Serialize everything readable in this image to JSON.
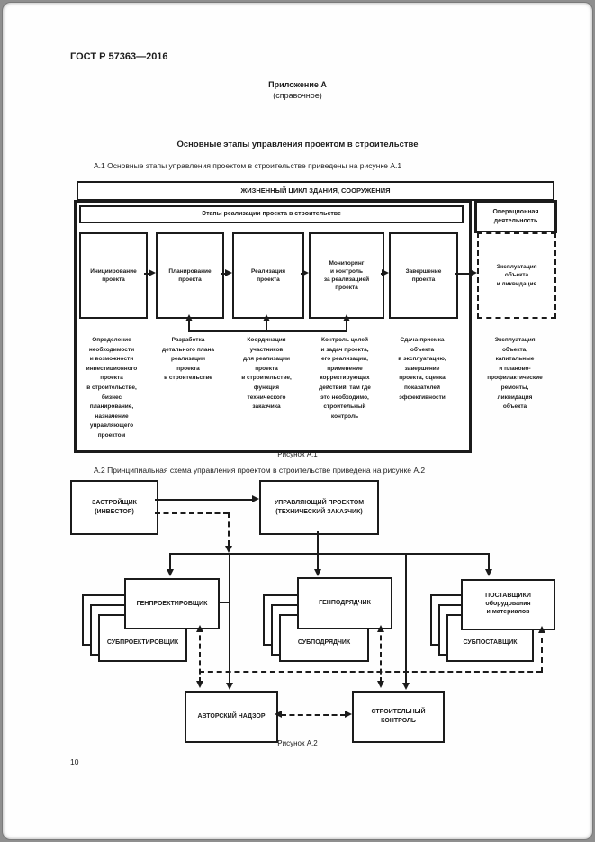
{
  "page": {
    "doc_number": "ГОСТ Р 57363—2016",
    "appendix_title": "Приложение А",
    "appendix_subtitle": "(справочное)",
    "section_title": "Основные этапы управления проектом в строительстве",
    "para_a1": "А.1  Основные этапы управления проектом в строительстве приведены на рисунке А.1",
    "para_a2": "А.2  Принципиальная схема управления проектом в строительстве приведена на рисунке А.2",
    "figure_a1_caption": "Рисунок А.1",
    "figure_a2_caption": "Рисунок А.2",
    "page_number": "10"
  },
  "figure_a1": {
    "lifecycle_title": "ЖИЗНЕННЫЙ ЦИКЛ ЗДАНИЯ, СООРУЖЕНИЯ",
    "stages_header": "Этапы реализации проекта в строительстве",
    "operational_box": "Операционная\nдеятельность",
    "stages": [
      {
        "label": "Инициирование\nпроекта",
        "description": "Определение\nнеобходимости\nи возможности\nинвестиционного\nпроекта\nв строительстве,\nбизнес\nпланирование,\nназначение\nуправляющего\nпроектом"
      },
      {
        "label": "Планирование\nпроекта",
        "description": "Разработка\nдетального плана\nреализации\nпроекта\nв строительстве"
      },
      {
        "label": "Реализация\nпроекта",
        "description": "Координация\nучастников\nдля реализации\nпроекта\nв строительстве,\nфункция\nтехнического\nзаказчика"
      },
      {
        "label": "Мониторинг\nи контроль\nза реализацией\nпроекта",
        "description": "Контроль целей\nи задач проекта,\nего реализации,\nприменение\nкорректирующих\nдействий, там где\nэто необходимо,\nстроительный\nконтроль"
      },
      {
        "label": "Завершение\nпроекта",
        "description": "Сдача-приемка\nобъекта\nв эксплуатацию,\nзавершение\nпроекта, оценка\nпоказателей\nэффективности"
      }
    ],
    "exploitation": {
      "label": "Эксплуатация\nобъекта\nи ликвидация",
      "description": "Эксплуатация\nобъекта,\nкапитальные\nи планово-\nпрофилактические\nремонты,\nликвидация\nобъекта"
    }
  },
  "figure_a2": {
    "developer": "ЗАСТРОЙЩИК\n(ИНВЕСТОР)",
    "project_manager": "УПРАВЛЯЮЩИЙ ПРОЕКТОМ\n(ТЕХНИЧЕСКИЙ ЗАКАЗЧИК)",
    "general_designer": "ГЕНПРОЕКТИРОВЩИК",
    "sub_designer": "СУБПРОЕКТИРОВЩИК",
    "general_contractor": "ГЕНПОДРЯДЧИК",
    "sub_contractor": "СУБПОДРЯДЧИК",
    "suppliers": "ПОСТАВЩИКИ\nоборудования\nи материалов",
    "sub_supplier": "СУБПОСТАВЩИК",
    "author_supervision": "АВТОРСКИЙ НАДЗОР",
    "construction_control": "СТРОИТЕЛЬНЫЙ\nКОНТРОЛЬ"
  }
}
